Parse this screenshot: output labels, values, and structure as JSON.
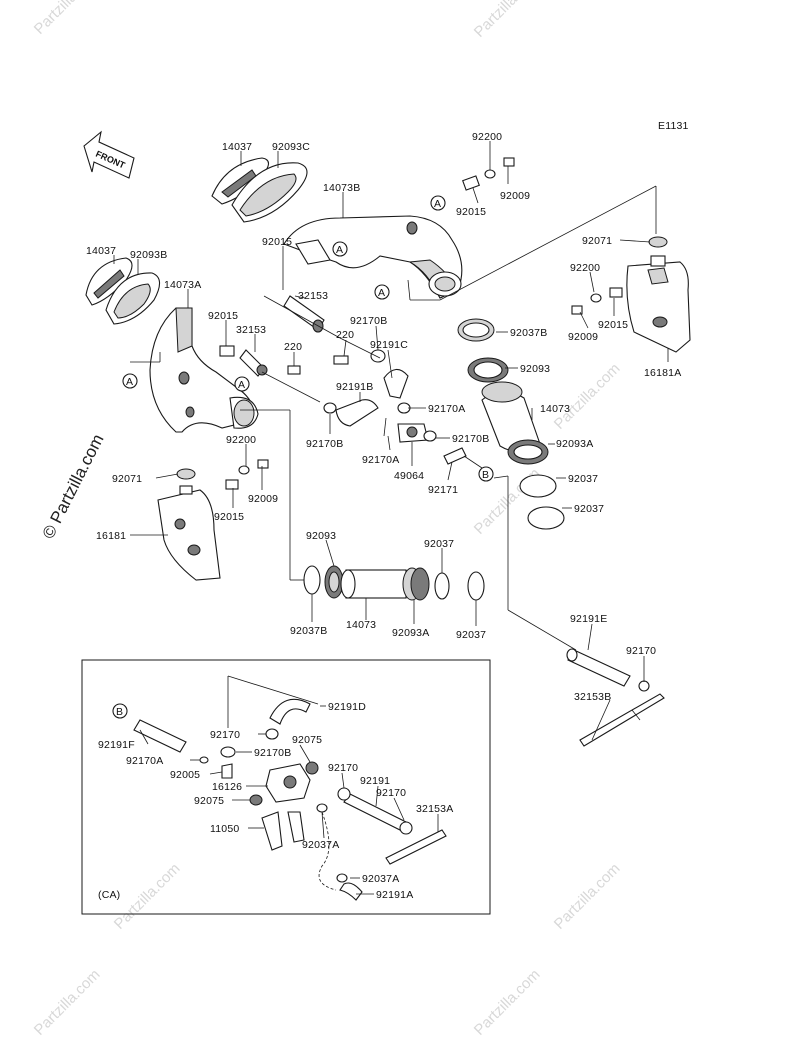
{
  "diagram": {
    "code": "E1131",
    "front_label": "FRONT",
    "marker_a": "A",
    "marker_b": "B",
    "inset_note": "(CA)",
    "watermark": "Partzilla.com",
    "copyright": "© Partzilla.com"
  },
  "labels": [
    "14037",
    "92093C",
    "14073B",
    "92200",
    "92009",
    "92015",
    "14037",
    "92093B",
    "14073A",
    "92015",
    "92015",
    "32153",
    "92071",
    "92200",
    "92015",
    "92009",
    "220",
    "92170B",
    "220",
    "92191C",
    "32153",
    "92037B",
    "16181A",
    "92093",
    "92191B",
    "92170A",
    "14073",
    "92170B",
    "92170A",
    "92170B",
    "92093A",
    "92200",
    "49064",
    "92171",
    "92037",
    "92071",
    "92009",
    "92037",
    "92015",
    "16181",
    "92093",
    "92037",
    "92037B",
    "14073",
    "92093A",
    "92037",
    "92191E",
    "92170",
    "32153B",
    "92170",
    "92191D",
    "92191F",
    "92075",
    "92170A",
    "92170B",
    "92005",
    "16126",
    "92170",
    "92191",
    "92075",
    "92170",
    "32153A",
    "11050",
    "92037A",
    "92037A",
    "92191A"
  ]
}
